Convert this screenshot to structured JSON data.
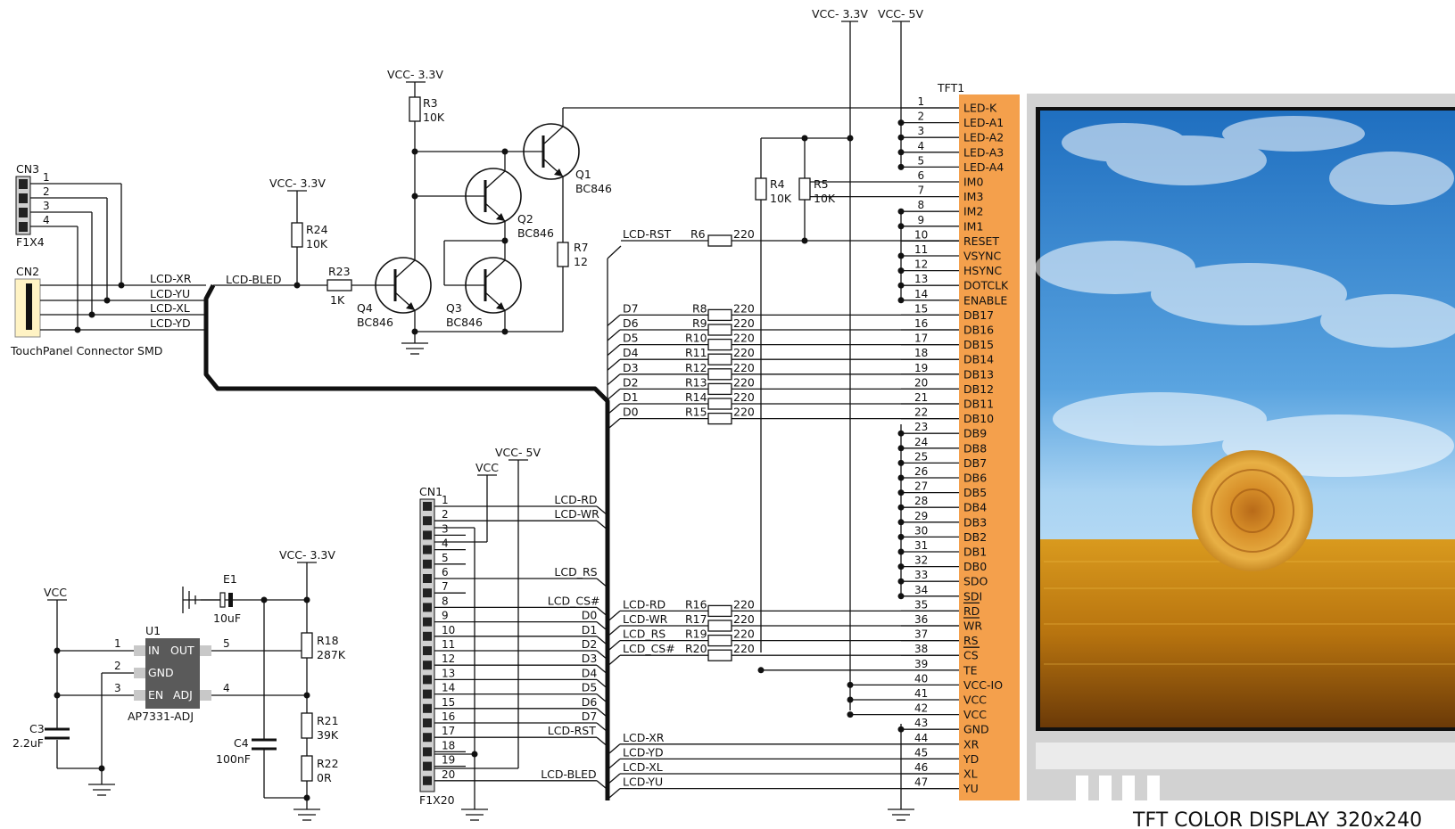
{
  "labels": {
    "vcc33": "VCC- 3.3V",
    "vcc5": "VCC- 5V",
    "vcc": "VCC",
    "tft": "TFT1",
    "cn3": "CN3",
    "cn3_type": "F1X4",
    "cn2": "CN2",
    "cn2_desc": "TouchPanel  Connector  SMD",
    "cn1": "CN1",
    "cn1_type": "F1X20",
    "display_caption": "TFT  COLOR  DISPLAY  320x240",
    "lcd_bled": "LCD-BLED",
    "lcd_rst": "LCD-RST",
    "r3": "R3",
    "r3v": "10K",
    "r24": "R24",
    "r24v": "10K",
    "r23": "R23",
    "r23v": "1K",
    "r4": "R4",
    "r4v": "10K",
    "r5": "R5",
    "r5v": "10K",
    "r6": "R6",
    "r6v": "220",
    "r7": "R7",
    "r7v": "12",
    "q1": "Q1",
    "q2": "Q2",
    "q3": "Q3",
    "q4": "Q4",
    "bc846": "BC846",
    "u1": "U1",
    "u1_type": "AP7331-ADJ",
    "u1_in": "IN",
    "u1_out": "OUT",
    "u1_gnd": "GND",
    "u1_en": "EN",
    "u1_adj": "ADJ",
    "e1": "E1",
    "e1v": "10uF",
    "c3": "C3",
    "c3v": "2.2uF",
    "c4": "C4",
    "c4v": "100nF",
    "r18": "R18",
    "r18v": "287K",
    "r21": "R21",
    "r21v": "39K",
    "r22": "R22",
    "r22v": "0R"
  },
  "tft_pins": [
    "LED-K",
    "LED-A1",
    "LED-A2",
    "LED-A3",
    "LED-A4",
    "IM0",
    "IM3",
    "IM2",
    "IM1",
    "RESET",
    "VSYNC",
    "HSYNC",
    "DOTCLK",
    "ENABLE",
    "DB17",
    "DB16",
    "DB15",
    "DB14",
    "DB13",
    "DB12",
    "DB11",
    "DB10",
    "DB9",
    "DB8",
    "DB7",
    "DB6",
    "DB5",
    "DB4",
    "DB3",
    "DB2",
    "DB1",
    "DB0",
    "SDO",
    "SDI",
    "RD",
    "WR",
    "RS",
    "CS",
    "TE",
    "VCC-IO",
    "VCC",
    "VCC",
    "GND",
    "XR",
    "YD",
    "XL",
    "YU"
  ],
  "tft_pin_numbers": [
    "1",
    "2",
    "3",
    "4",
    "5",
    "6",
    "7",
    "8",
    "9",
    "10",
    "11",
    "12",
    "13",
    "14",
    "15",
    "16",
    "17",
    "18",
    "19",
    "20",
    "21",
    "22",
    "23",
    "24",
    "25",
    "26",
    "27",
    "28",
    "29",
    "30",
    "31",
    "32",
    "33",
    "34",
    "35",
    "36",
    "37",
    "38",
    "39",
    "40",
    "41",
    "42",
    "43",
    "44",
    "45",
    "46",
    "47"
  ],
  "data_lines": [
    {
      "net": "D7",
      "res": "R8",
      "val": "220"
    },
    {
      "net": "D6",
      "res": "R9",
      "val": "220"
    },
    {
      "net": "D5",
      "res": "R10",
      "val": "220"
    },
    {
      "net": "D4",
      "res": "R11",
      "val": "220"
    },
    {
      "net": "D3",
      "res": "R12",
      "val": "220"
    },
    {
      "net": "D2",
      "res": "R13",
      "val": "220"
    },
    {
      "net": "D1",
      "res": "R14",
      "val": "220"
    },
    {
      "net": "D0",
      "res": "R15",
      "val": "220"
    }
  ],
  "ctrl_lines": [
    {
      "net": "LCD-RD",
      "res": "R16",
      "val": "220"
    },
    {
      "net": "LCD-WR",
      "res": "R17",
      "val": "220"
    },
    {
      "net": "LCD_RS",
      "res": "R19",
      "val": "220"
    },
    {
      "net": "LCD_CS#",
      "res": "R20",
      "val": "220"
    }
  ],
  "touch_lines": [
    "LCD-XR",
    "LCD-YD",
    "LCD-XL",
    "LCD-YU"
  ],
  "cn2_lines": [
    "LCD-XR",
    "LCD-YU",
    "LCD-XL",
    "LCD-YD"
  ],
  "cn3_pins": [
    "1",
    "2",
    "3",
    "4"
  ],
  "cn1_pin_numbers": [
    "1",
    "2",
    "3",
    "4",
    "5",
    "6",
    "7",
    "8",
    "9",
    "10",
    "11",
    "12",
    "13",
    "14",
    "15",
    "16",
    "17",
    "18",
    "19",
    "20"
  ],
  "cn1_nets": {
    "1": "LCD-RD",
    "2": "LCD-WR",
    "6": "LCD_RS",
    "8": "LCD_CS#",
    "9": "D0",
    "10": "D1",
    "11": "D2",
    "12": "D3",
    "13": "D4",
    "14": "D5",
    "15": "D6",
    "16": "D7",
    "17": "LCD-RST",
    "20": "LCD-BLED"
  },
  "u1_pins": [
    "1",
    "2",
    "3",
    "5",
    "4"
  ]
}
